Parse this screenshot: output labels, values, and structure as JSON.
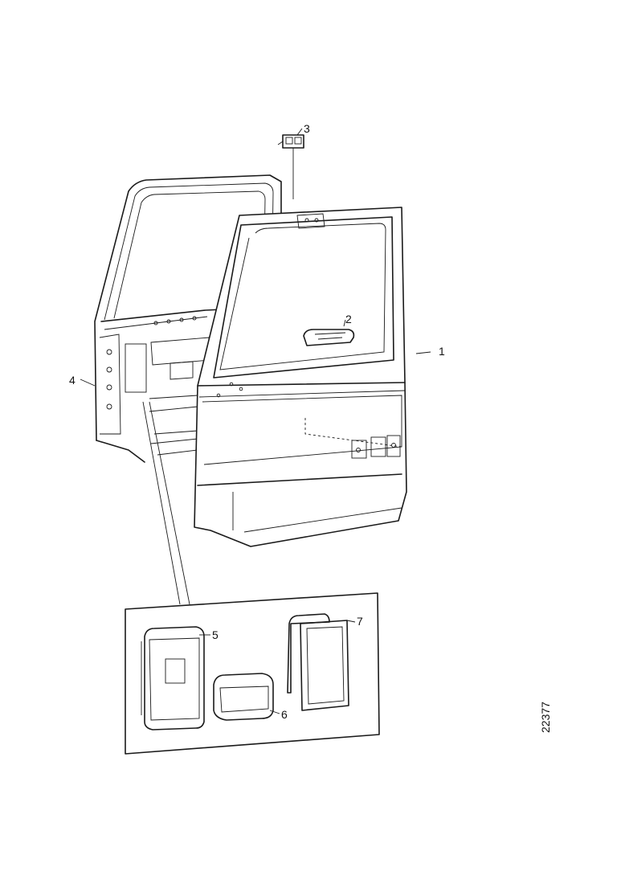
{
  "callouts": {
    "c1": "1",
    "c2": "2",
    "c3": "3",
    "c4": "4",
    "c5": "5",
    "c6": "6",
    "c7": "7"
  },
  "drawing_number": "22377"
}
